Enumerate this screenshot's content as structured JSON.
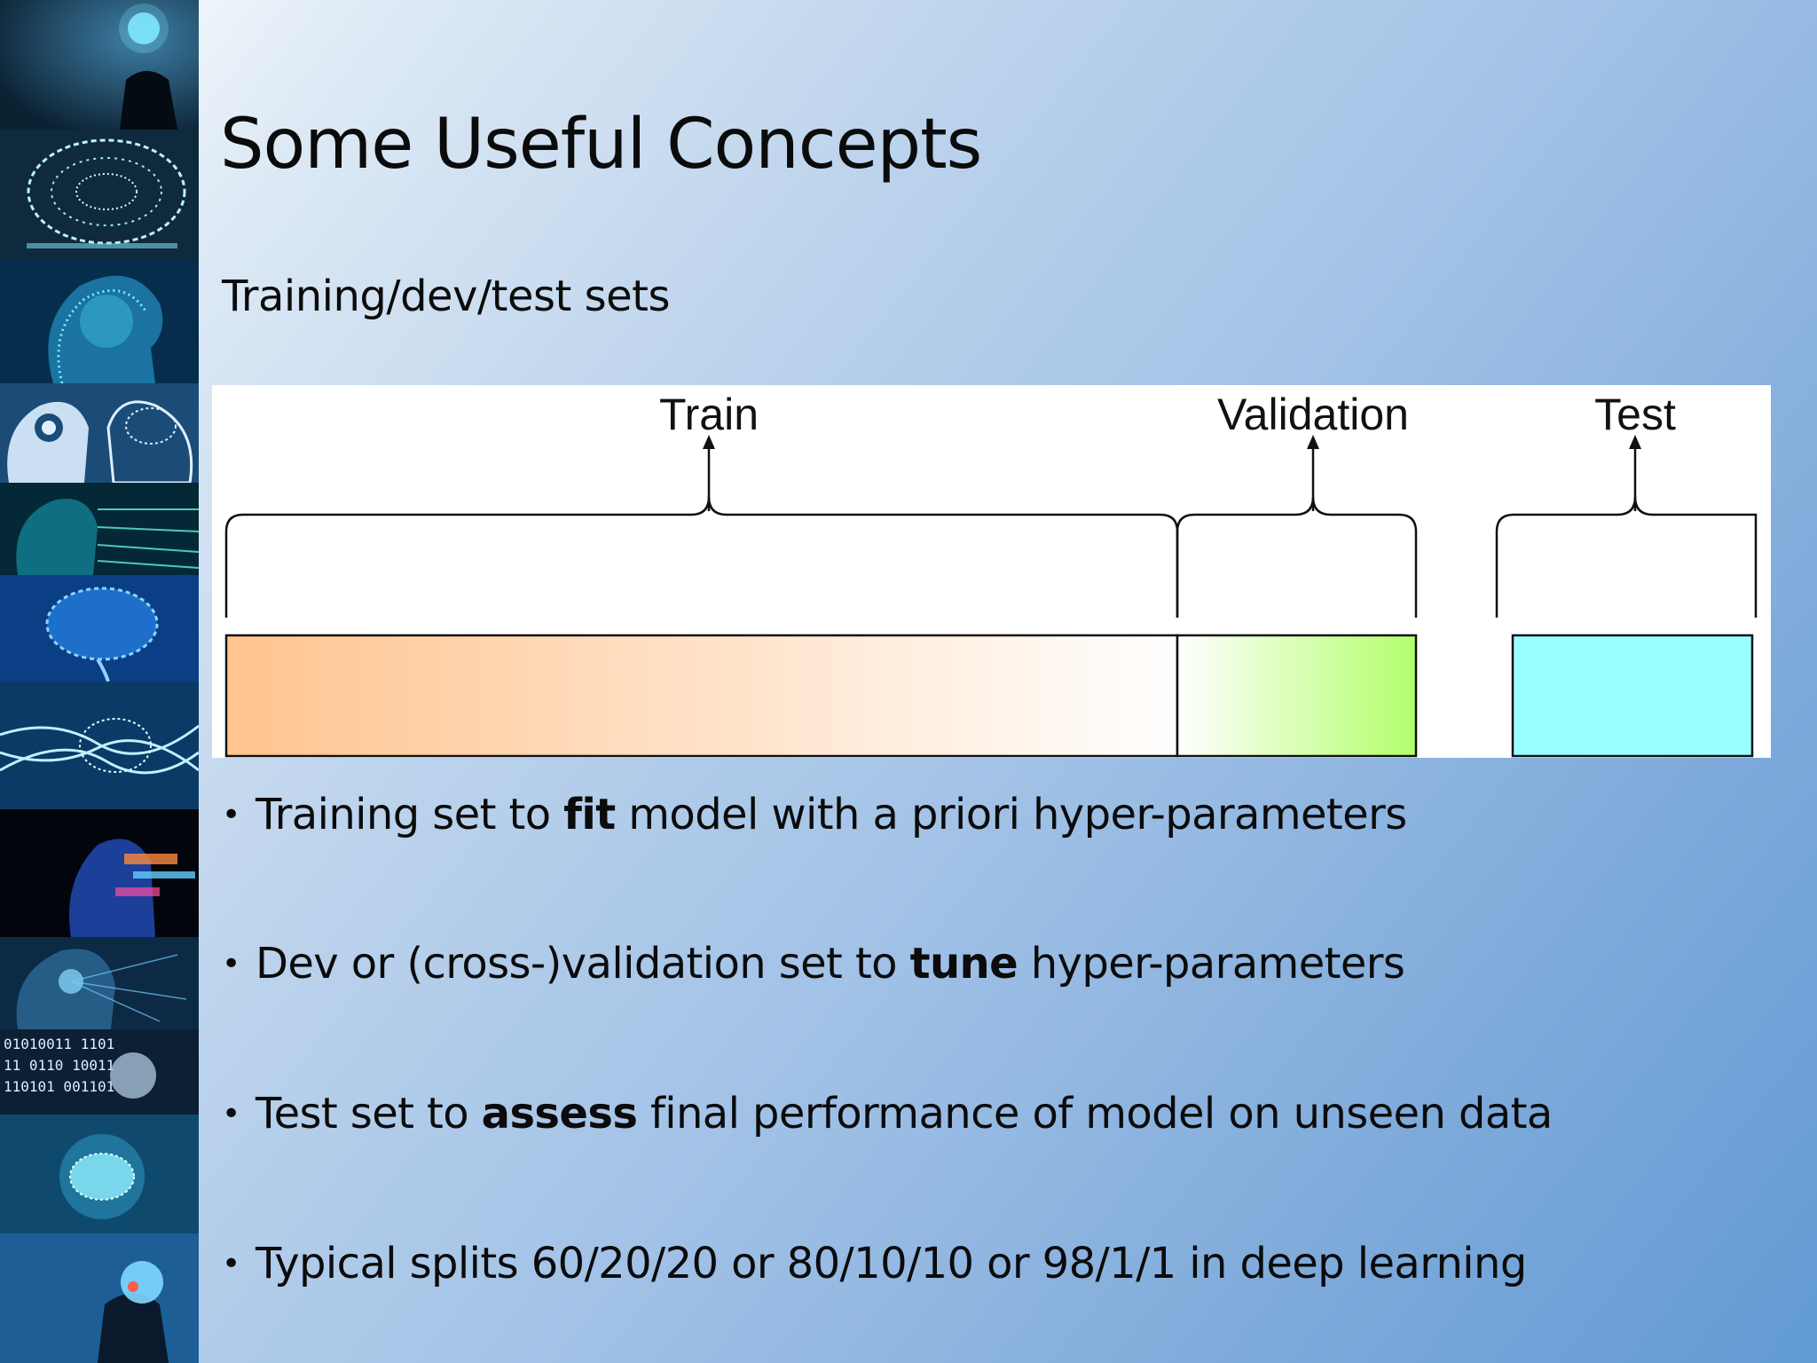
{
  "slide": {
    "title": "Some Useful Concepts",
    "subtitle": "Training/dev/test sets"
  },
  "diagram": {
    "labels": {
      "train": "Train",
      "validation": "Validation",
      "test": "Test"
    },
    "colors": {
      "train_start": "#FFC48F",
      "train_end": "#FFFFFF",
      "validation_start": "#FFFFFF",
      "validation_end": "#B2FF6B",
      "test": "#99FFFF"
    }
  },
  "bullets": [
    {
      "pre": "Training set to ",
      "bold": "fit",
      "post": " model with a priori hyper-parameters"
    },
    {
      "pre": "Dev or (cross-)validation set to ",
      "bold": "tune",
      "post": " hyper-parameters"
    },
    {
      "pre": "Test set to ",
      "bold": "assess",
      "post": " final performance of model on unseen data"
    },
    {
      "pre": "Typical splits 60/20/20 or 80/10/10 or 98/1/1 in deep learning",
      "bold": "",
      "post": ""
    }
  ],
  "sidebar": {
    "images": [
      "head-silhouette-image",
      "circuit-brain-image",
      "digital-head-image",
      "gear-brain-heads-image",
      "neon-face-image",
      "blue-brain-image",
      "circuit-lines-brain-image",
      "pixel-face-image",
      "binary-head-image",
      "binary-code-head-image",
      "glowing-brain-image",
      "robot-brain-image"
    ]
  }
}
